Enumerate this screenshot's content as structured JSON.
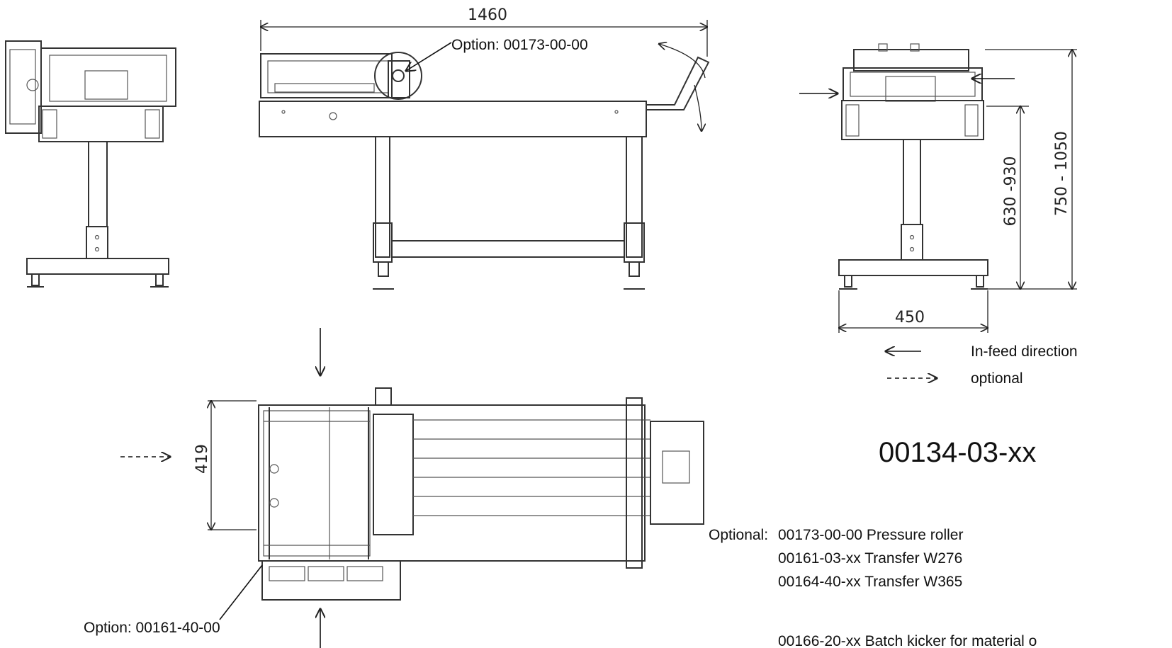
{
  "dimensions": {
    "length": "1460",
    "width": "419",
    "base_width": "450",
    "height_range_1": "630 -930",
    "height_range_2": "750 - 1050"
  },
  "callouts": {
    "pressure_roller_option": "Option: 00173-00-00",
    "transfer_option": "Option: 00161-40-00"
  },
  "legend": {
    "infeed": "In-feed direction",
    "optional": "optional"
  },
  "model": "00134-03-xx",
  "optional_list": {
    "heading": "Optional:",
    "items": [
      "00173-00-00 Pressure roller",
      "00161-03-xx Transfer W276",
      "00164-40-xx Transfer W365",
      "00166-20-xx Batch kicker for material o"
    ]
  }
}
